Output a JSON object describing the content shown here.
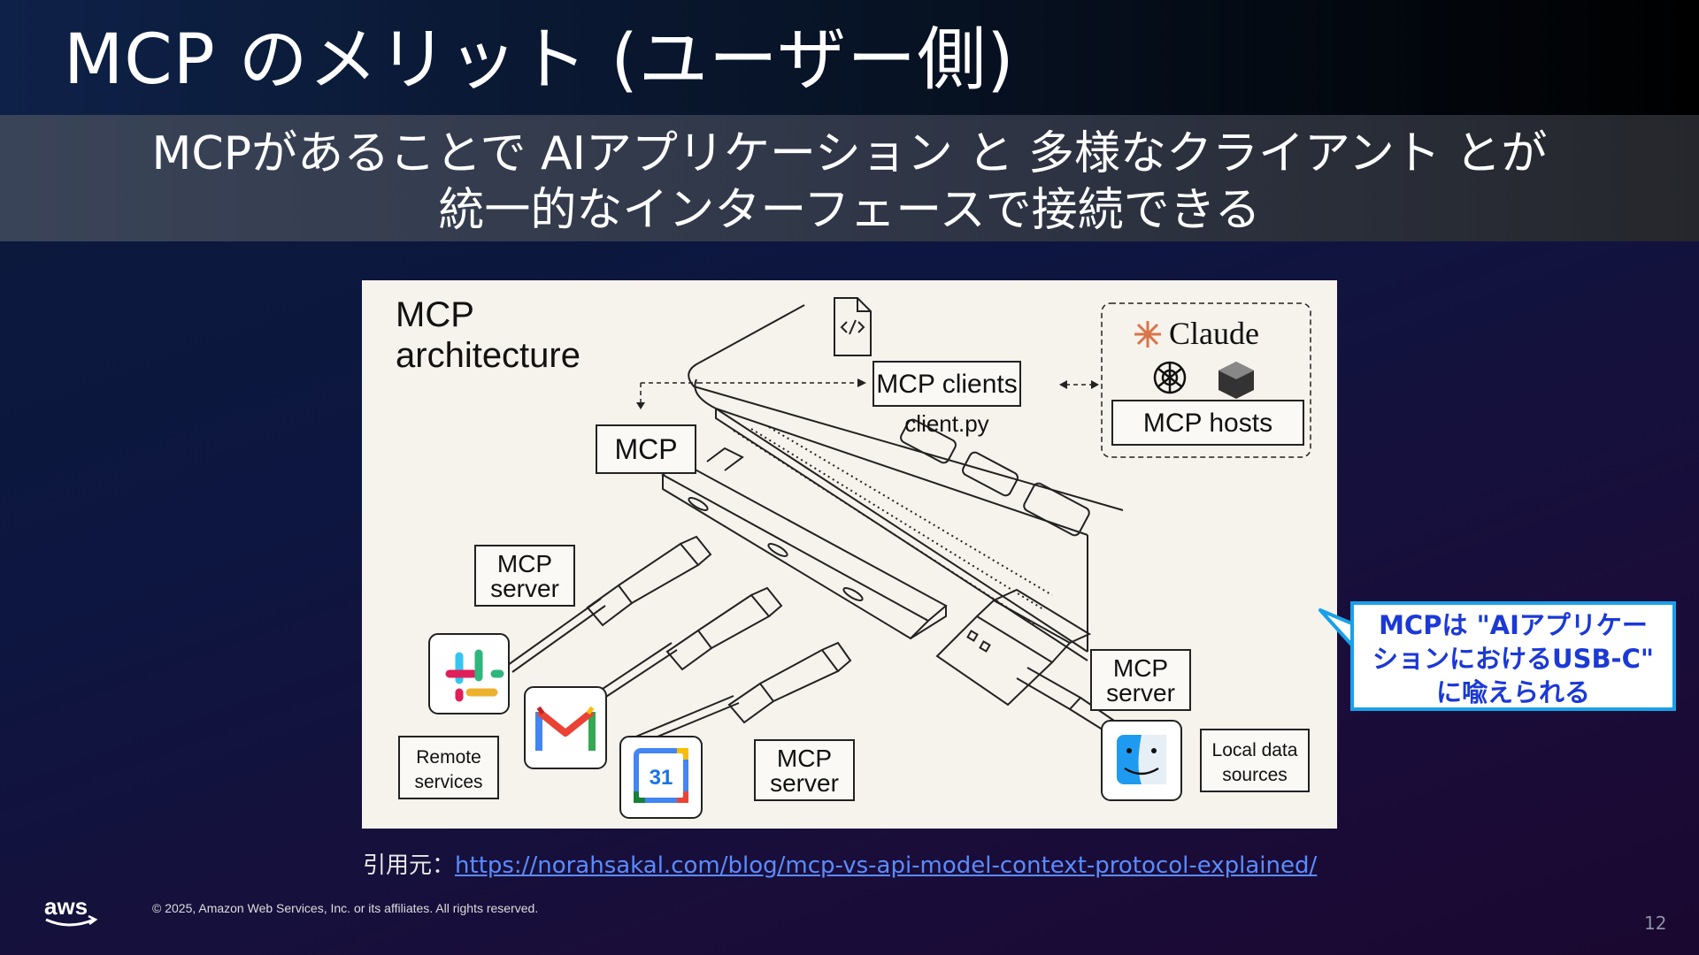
{
  "slide": {
    "title": "MCP のメリット (ユーザー側)",
    "subtitle_line1": "MCPがあることで AIアプリケーション と 多様なクライアント とが",
    "subtitle_line2": "統一的なインターフェースで接続できる",
    "page_number": "12"
  },
  "figure": {
    "heading_line1": "MCP",
    "heading_line2": "architecture",
    "mcp_clients": "MCP clients",
    "client_file": "client.py",
    "mcp_label": "MCP",
    "claude_brand": "Claude",
    "mcp_hosts": "MCP hosts",
    "server_a_line1": "MCP",
    "server_a_line2": "server",
    "server_b_line1": "MCP",
    "server_b_line2": "server",
    "server_c_line1": "MCP",
    "server_c_line2": "server",
    "remote_line1": "Remote",
    "remote_line2": "services",
    "local_line1": "Local data",
    "local_line2": "sources",
    "calendar_day": "31"
  },
  "citation": {
    "prefix": "引用元：",
    "url": "https://norahsakal.com/blog/mcp-vs-api-model-context-protocol-explained/"
  },
  "callout": {
    "line1": "MCPは \"AIアプリケー",
    "line2": "ションにおけるUSB-C\"",
    "line3": "に喩えられる"
  },
  "footer": {
    "logo_text": "aws",
    "copyright": "© 2025, Amazon Web Services, Inc. or its affiliates. All rights reserved."
  },
  "colors": {
    "callout_text": "#1b39d6",
    "callout_border": "#1aa0e8",
    "link": "#5a8cff",
    "figure_bg": "#f6f2ec"
  }
}
